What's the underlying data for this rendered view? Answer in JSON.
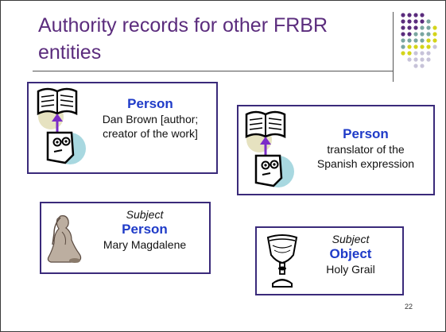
{
  "slide": {
    "title": "Authority records for other FRBR entities",
    "page_number": "22",
    "colors": {
      "title": "#5b2c7d",
      "border": "#3a2a7a",
      "label": "#1f3bc8",
      "dot_purple": "#5b2c7d",
      "dot_teal": "#7aa6a0",
      "dot_yellow": "#d4d41a",
      "dot_lavender": "#c7c3d9"
    }
  },
  "boxes": [
    {
      "type": "Person",
      "text": "Dan Brown [author; creator of the work]",
      "line1": "Dan Brown [author;",
      "line2": "creator of the work]",
      "icon": "book-reader-icon"
    },
    {
      "type": "Person",
      "text": "translator of the Spanish expression",
      "line1": "translator of the",
      "line2": "Spanish expression",
      "icon": "book-reader-icon"
    },
    {
      "subject": "Subject",
      "type": "Person",
      "text": "Mary Magdalene",
      "icon": "kneeling-woman-icon"
    },
    {
      "subject": "Subject",
      "type": "Object",
      "text": "Holy Grail",
      "icon": "chalice-icon"
    }
  ]
}
